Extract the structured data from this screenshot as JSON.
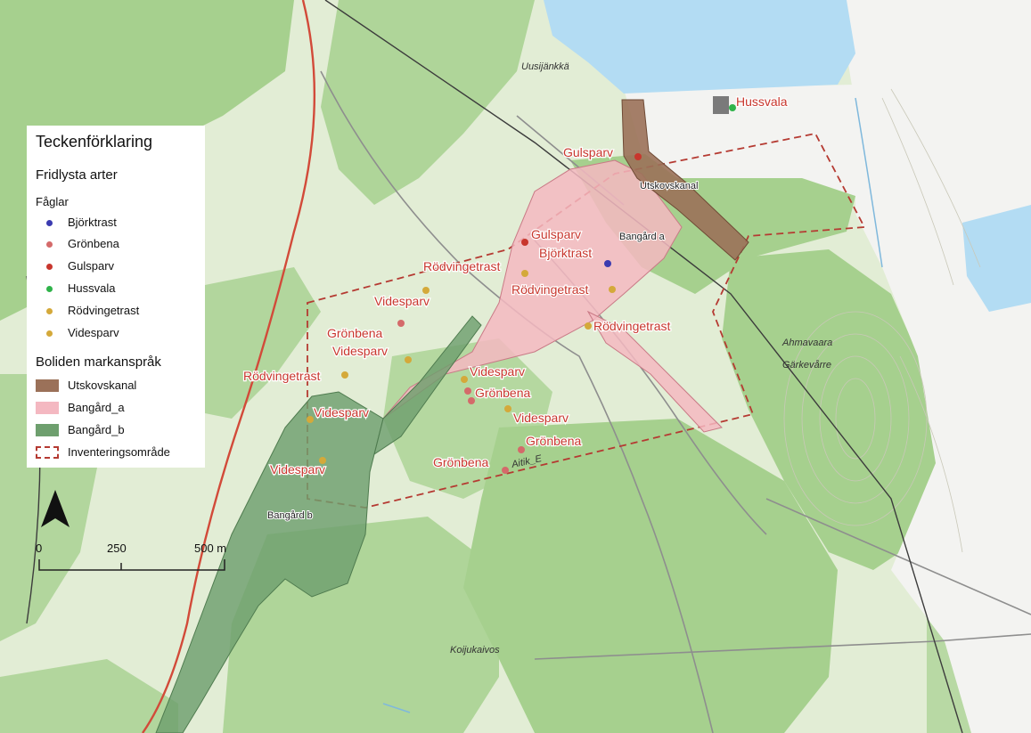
{
  "legend": {
    "title": "Teckenförklaring",
    "protected_heading": "Fridlysta arter",
    "birds_heading": "Fåglar",
    "birds": [
      {
        "label": "Björktrast",
        "color": "#3b3bb0"
      },
      {
        "label": "Grönbena",
        "color": "#d46a6a"
      },
      {
        "label": "Gulsparv",
        "color": "#c8362d"
      },
      {
        "label": "Hussvala",
        "color": "#2fb34a"
      },
      {
        "label": "Rödvingetrast",
        "color": "#d4a93a"
      },
      {
        "label": "Videsparv",
        "color": "#d4a93a"
      }
    ],
    "land_heading": "Boliden markanspråk",
    "land": [
      {
        "label": "Utskovskanal",
        "color": "#9b7159"
      },
      {
        "label": "Bangård_a",
        "color": "#f4b8c1"
      },
      {
        "label": "Bangård_b",
        "color": "#6e9f6e"
      },
      {
        "label": "Inventeringsområde",
        "color": "#b53a32"
      }
    ]
  },
  "scale": {
    "ticks": [
      "0",
      "250",
      "500 m"
    ]
  },
  "north_icon": "north-arrow",
  "places": {
    "uusijankka": "Uusijänkkä",
    "ahmavaara": "Ahmavaara",
    "garkevarre": "Gärkevårre",
    "koijukaivos": "Koijukaivos",
    "aitik": "Aitik_E"
  },
  "areas": {
    "utskovskanal": "Utskovskanal",
    "bangard_a": "Bangård a",
    "bangard_b": "Bangård b"
  },
  "observations": [
    "Hussvala",
    "Gulsparv",
    "Gulsparv",
    "Björktrast",
    "Rödvingetrast",
    "Rödvingetrast",
    "Videsparv",
    "Rödvingetrast",
    "Grönbena",
    "Videsparv",
    "Rödvingetrast",
    "Videsparv",
    "Grönbena",
    "Videsparv",
    "Grönbena",
    "Videsparv",
    "Grönbena"
  ]
}
